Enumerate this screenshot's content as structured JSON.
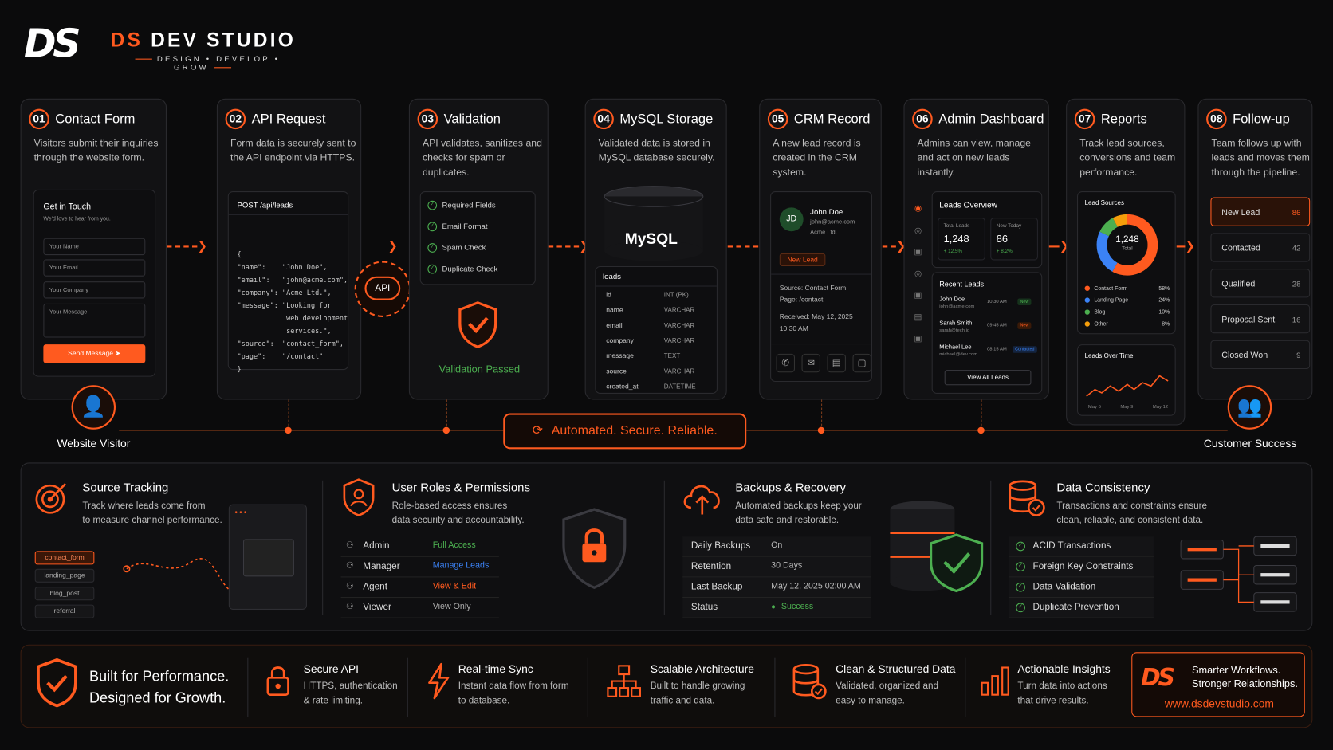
{
  "brand": {
    "logo": "DS",
    "name_ds": "DS",
    "name_rest": "DEV STUDIO",
    "tagline": "DESIGN • DEVELOP • GROW"
  },
  "stages": [
    {
      "num": "01",
      "title": "Contact Form",
      "desc": "Visitors submit their inquiries through the website form."
    },
    {
      "num": "02",
      "title": "API Request",
      "desc": "Form data is securely sent to the API endpoint via HTTPS."
    },
    {
      "num": "03",
      "title": "Validation",
      "desc": "API validates, sanitizes and checks for spam or duplicates."
    },
    {
      "num": "04",
      "title": "MySQL Storage",
      "desc": "Validated data is stored in MySQL database securely."
    },
    {
      "num": "05",
      "title": "CRM Record",
      "desc": "A new lead record is created in the CRM system."
    },
    {
      "num": "06",
      "title": "Admin Dashboard",
      "desc": "Admins can view, manage and act on new leads instantly."
    },
    {
      "num": "07",
      "title": "Reports",
      "desc": "Track lead sources, conversions and team performance."
    },
    {
      "num": "08",
      "title": "Follow-up",
      "desc": "Team follows up with leads and moves them through the pipeline."
    }
  ],
  "form": {
    "title": "Get in Touch",
    "subtitle": "We'd love to hear from you.",
    "name": "Your Name",
    "email": "Your Email",
    "company": "Your Company",
    "message": "Your Message",
    "button": "Send Message"
  },
  "api": {
    "endpoint": "POST /api/leads",
    "badge": "API",
    "lines": [
      "{",
      "\"name\":    \"John Doe\",",
      "\"email\":   \"john@acme.com\",",
      "\"company\": \"Acme Ltd.\",",
      "\"message\": \"Looking for",
      "            web development",
      "            services.\",",
      "\"source\":  \"contact_form\",",
      "\"page\":    \"/contact\"",
      "}"
    ]
  },
  "validation": {
    "checks": [
      "Required Fields",
      "Email Format",
      "Spam Check",
      "Duplicate Check"
    ],
    "passed": "Validation Passed"
  },
  "mysql": {
    "logo": "MySQL",
    "table": "leads",
    "rows": [
      [
        "id",
        "INT (PK)"
      ],
      [
        "name",
        "VARCHAR"
      ],
      [
        "email",
        "VARCHAR"
      ],
      [
        "company",
        "VARCHAR"
      ],
      [
        "message",
        "TEXT"
      ],
      [
        "source",
        "VARCHAR"
      ],
      [
        "created_at",
        "DATETIME"
      ]
    ]
  },
  "crm": {
    "initials": "JD",
    "name": "John Doe",
    "email": "john@acme.com",
    "company": "Acme Ltd.",
    "badge": "New Lead",
    "source": "Source: Contact Form",
    "page": "Page: /contact",
    "received": "Received: May 12, 2025",
    "time": "10:30 AM"
  },
  "dashboard": {
    "title": "Leads Overview",
    "total_label": "Total Leads",
    "total": "1,248",
    "total_delta": "+ 12.5%",
    "today_label": "New Today",
    "today": "86",
    "today_delta": "+ 8.2%",
    "recent": "Recent Leads",
    "leads": [
      {
        "name": "John Doe",
        "email": "john@acme.com",
        "time": "10:30 AM",
        "status": "New"
      },
      {
        "name": "Sarah Smith",
        "email": "sarah@tech.io",
        "time": "09:45 AM",
        "status": "New"
      },
      {
        "name": "Michael Lee",
        "email": "michael@dev.com",
        "time": "08:15 AM",
        "status": "Contacted"
      }
    ],
    "button": "View All Leads"
  },
  "reports": {
    "title": "Lead Sources",
    "total": "1,248",
    "total_label": "Total",
    "sources": [
      {
        "name": "Contact Form",
        "pct": "58%",
        "value": 58,
        "color": "#ff5a1f"
      },
      {
        "name": "Landing Page",
        "pct": "24%",
        "value": 24,
        "color": "#3b82f6"
      },
      {
        "name": "Blog",
        "pct": "10%",
        "value": 10,
        "color": "#4caf50"
      },
      {
        "name": "Other",
        "pct": "8%",
        "value": 8,
        "color": "#f59e0b"
      }
    ],
    "over_time": "Leads Over Time",
    "dates": [
      "May 6",
      "May 9",
      "May 12"
    ]
  },
  "pipeline": [
    {
      "stage": "New Lead",
      "count": "86"
    },
    {
      "stage": "Contacted",
      "count": "42"
    },
    {
      "stage": "Qualified",
      "count": "28"
    },
    {
      "stage": "Proposal Sent",
      "count": "16"
    },
    {
      "stage": "Closed Won",
      "count": "9"
    }
  ],
  "website_visitor": "Website Visitor",
  "customer_success": "Customer Success",
  "automated": "Automated. Secure. Reliable.",
  "features": {
    "source": {
      "title": "Source Tracking",
      "desc": [
        "Track where leads come from",
        "to measure channel performance."
      ],
      "tags": [
        "contact_form",
        "landing_page",
        "blog_post",
        "referral"
      ]
    },
    "roles": {
      "title": "User Roles & Permissions",
      "desc": [
        "Role-based access ensures",
        "data security and accountability."
      ],
      "rows": [
        {
          "role": "Admin",
          "perm": "Full Access",
          "color": "#4caf50"
        },
        {
          "role": "Manager",
          "perm": "Manage Leads",
          "color": "#3b82f6"
        },
        {
          "role": "Agent",
          "perm": "View & Edit",
          "color": "#ff5a1f"
        },
        {
          "role": "Viewer",
          "perm": "View Only",
          "color": "#aaaaaa"
        }
      ]
    },
    "backups": {
      "title": "Backups & Recovery",
      "desc": [
        "Automated backups keep your",
        "data safe and restorable."
      ],
      "rows": [
        {
          "k": "Daily Backups",
          "v": "On"
        },
        {
          "k": "Retention",
          "v": "30 Days"
        },
        {
          "k": "Last Backup",
          "v": "May 12, 2025 02:00 AM"
        },
        {
          "k": "Status",
          "v": "Success"
        }
      ]
    },
    "consistency": {
      "title": "Data Consistency",
      "desc": [
        "Transactions and constraints ensure",
        "clean, reliable, and consistent data."
      ],
      "checks": [
        "ACID Transactions",
        "Foreign Key Constraints",
        "Data Validation",
        "Duplicate Prevention"
      ]
    }
  },
  "bottom": {
    "headline1": "Built for Performance.",
    "headline2": "Designed for Growth.",
    "items": [
      {
        "title": "Secure API",
        "desc1": "HTTPS, authentication",
        "desc2": "& rate limiting."
      },
      {
        "title": "Real-time Sync",
        "desc1": "Instant data flow from form",
        "desc2": "to database."
      },
      {
        "title": "Scalable Architecture",
        "desc1": "Built to handle growing",
        "desc2": "traffic and data."
      },
      {
        "title": "Clean & Structured Data",
        "desc1": "Validated, organized and",
        "desc2": "easy to manage."
      },
      {
        "title": "Actionable Insights",
        "desc1": "Turn data into actions",
        "desc2": "that drive results."
      }
    ],
    "cta_logo": "DS",
    "cta1": "Smarter Workflows.",
    "cta2": "Stronger Relationships.",
    "url": "www.dsdevstudio.com"
  },
  "colors": {
    "accent": "#ff5a1f",
    "success": "#4caf50",
    "bg": "#0b0b0c"
  }
}
